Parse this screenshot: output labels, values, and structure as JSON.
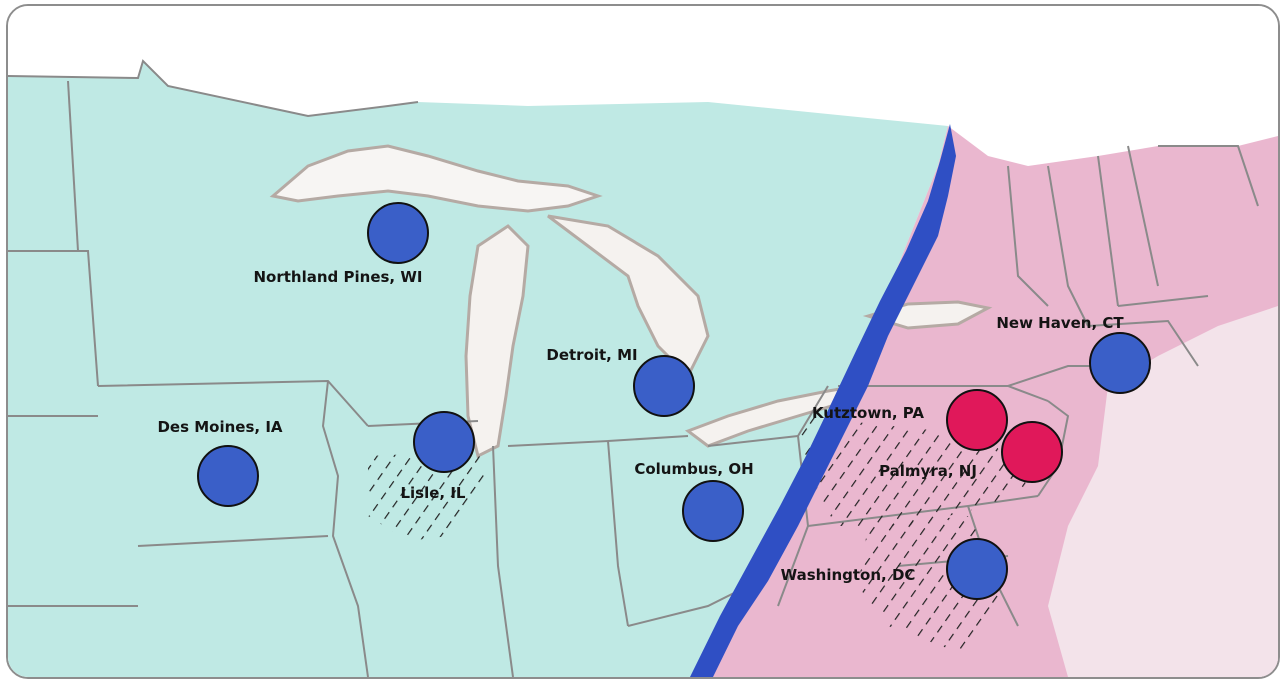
{
  "colors": {
    "land_left": "#bfe9e4",
    "land_right": "#eab7cf",
    "front_line": "#2f4fc4",
    "blue_marker": "#3a5fc8",
    "red_marker": "#e0185a",
    "border": "#8a8a8a",
    "lake_shadow": "#b5aaa4",
    "hatch": "#222222"
  },
  "cities": [
    {
      "label": "Northland Pines, WI",
      "color": "blue"
    },
    {
      "label": "Detroit, MI",
      "color": "blue"
    },
    {
      "label": "Des Moines, IA",
      "color": "blue"
    },
    {
      "label": "Lisle, IL",
      "color": "blue"
    },
    {
      "label": "Columbus, OH",
      "color": "blue"
    },
    {
      "label": "Kutztown, PA",
      "color": "red"
    },
    {
      "label": "Palmyra, NJ",
      "color": "red"
    },
    {
      "label": "New Haven, CT",
      "color": "blue"
    },
    {
      "label": "Washington, DC",
      "color": "blue"
    }
  ]
}
